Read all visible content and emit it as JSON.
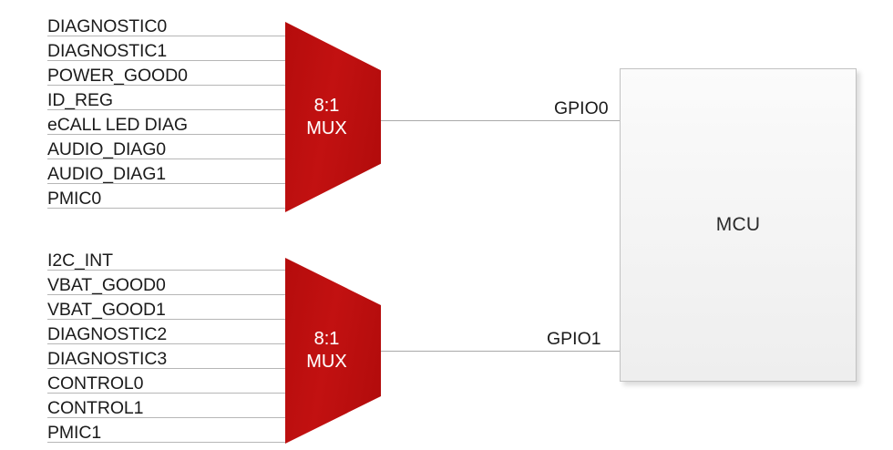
{
  "diagram": {
    "title": "8:1 MUX to MCU GPIO block diagram",
    "colors": {
      "mux_red": "#bd0d0d",
      "wire_gray": "#b6b6b6",
      "box_border": "#c2c2c2",
      "text_dark": "#1b1b1b"
    },
    "mux_blocks": [
      {
        "id": "mux0",
        "ratio_label": "8:1",
        "word_label": "MUX",
        "inputs": [
          "DIAGNOSTIC0",
          "DIAGNOSTIC1",
          "POWER_GOOD0",
          "ID_REG",
          "eCALL LED DIAG",
          "AUDIO_DIAG0",
          "AUDIO_DIAG1",
          "PMIC0"
        ],
        "output_label": "GPIO0"
      },
      {
        "id": "mux1",
        "ratio_label": "8:1",
        "word_label": "MUX",
        "inputs": [
          "I2C_INT",
          "VBAT_GOOD0",
          "VBAT_GOOD1",
          "DIAGNOSTIC2",
          "DIAGNOSTIC3",
          "CONTROL0",
          "CONTROL1",
          "PMIC1"
        ],
        "output_label": "GPIO1"
      }
    ],
    "mcu": {
      "label": "MCU"
    }
  }
}
